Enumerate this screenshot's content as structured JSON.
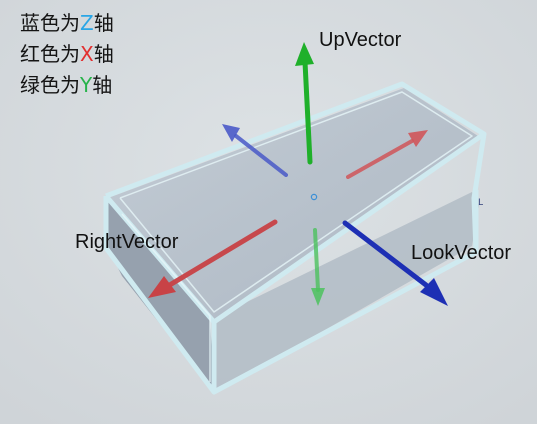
{
  "legend": [
    {
      "prefix": "蓝色为",
      "letter": "Z",
      "suffix": "轴",
      "color": "#2aa6e6"
    },
    {
      "prefix": "红色为",
      "letter": "X",
      "suffix": "轴",
      "color": "#e23030"
    },
    {
      "prefix": "绿色为",
      "letter": "Y",
      "suffix": "轴",
      "color": "#27b34a"
    }
  ],
  "labels": {
    "up": "UpVector",
    "right": "RightVector",
    "look": "LookVector"
  },
  "colors": {
    "background": "#d7dcdf",
    "box_top": "#b7c2cc",
    "box_side": "#9ea9b6",
    "box_edge": "#cde9ef",
    "red": "#c84246",
    "green": "#1fb02a",
    "blue": "#1d2fb4"
  }
}
